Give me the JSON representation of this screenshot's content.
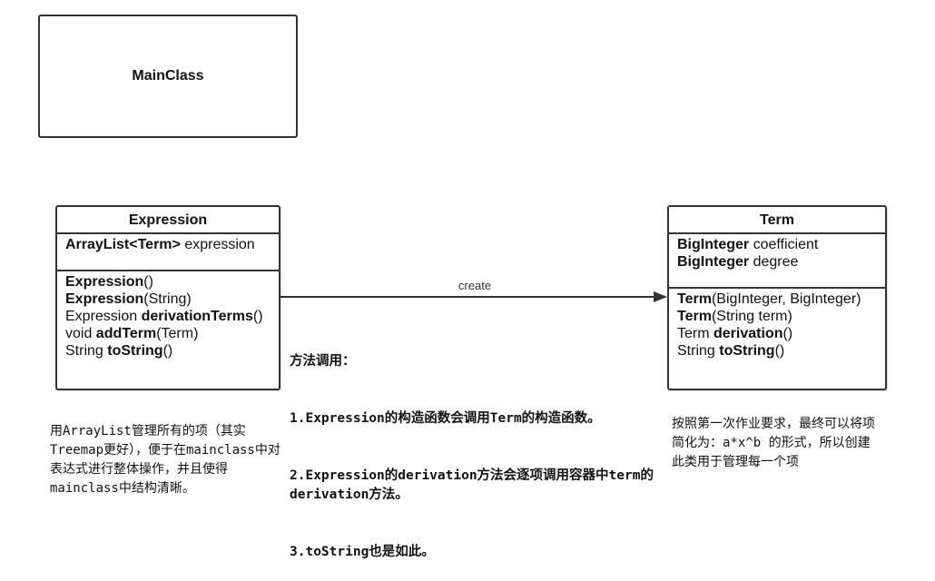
{
  "main_class": {
    "title": "MainClass"
  },
  "expression": {
    "title": "Expression",
    "attributes": [
      {
        "bold": "ArrayList<Term>",
        "rest": " expression",
        "pre": "",
        "post": ""
      }
    ],
    "methods": [
      {
        "pre": "",
        "bold": "Expression",
        "post": "()"
      },
      {
        "pre": "",
        "bold": "Expression",
        "post": "(String)"
      },
      {
        "pre": "Expression ",
        "bold": "derivationTerms",
        "post": "()"
      },
      {
        "pre": "void ",
        "bold": "addTerm",
        "post": "(Term)"
      },
      {
        "pre": "String ",
        "bold": "toString",
        "post": "()"
      }
    ]
  },
  "term": {
    "title": "Term",
    "attributes": [
      {
        "bold": "BigInteger",
        "rest": " coefficient"
      },
      {
        "bold": "BigInteger",
        "rest": " degree"
      }
    ],
    "methods": [
      {
        "pre": "",
        "bold": "Term",
        "post": "(BigInteger, BigInteger)"
      },
      {
        "pre": "",
        "bold": "Term",
        "post": "(String term)"
      },
      {
        "pre": "Term ",
        "bold": "derivation",
        "post": "()"
      },
      {
        "pre": "String ",
        "bold": "toString",
        "post": "()"
      }
    ]
  },
  "connector": {
    "label": "create",
    "color": "#333333"
  },
  "notes": {
    "left": "用ArrayList管理所有的项（其实Treemap更好），便于在mainclass中对表达式进行整体操作，并且使得mainclass中结构清晰。",
    "right": "按照第一次作业要求，最终可以将项简化为：a*x^b 的形式，所以创建此类用于管理每一个项",
    "middle": {
      "heading": "方法调用：",
      "line1": "1.Expression的构造函数会调用Term的构造函数。",
      "line2": "2.Expression的derivation方法会逐项调用容器中term的derivation方法。",
      "line3": "3.toString也是如此。"
    }
  }
}
